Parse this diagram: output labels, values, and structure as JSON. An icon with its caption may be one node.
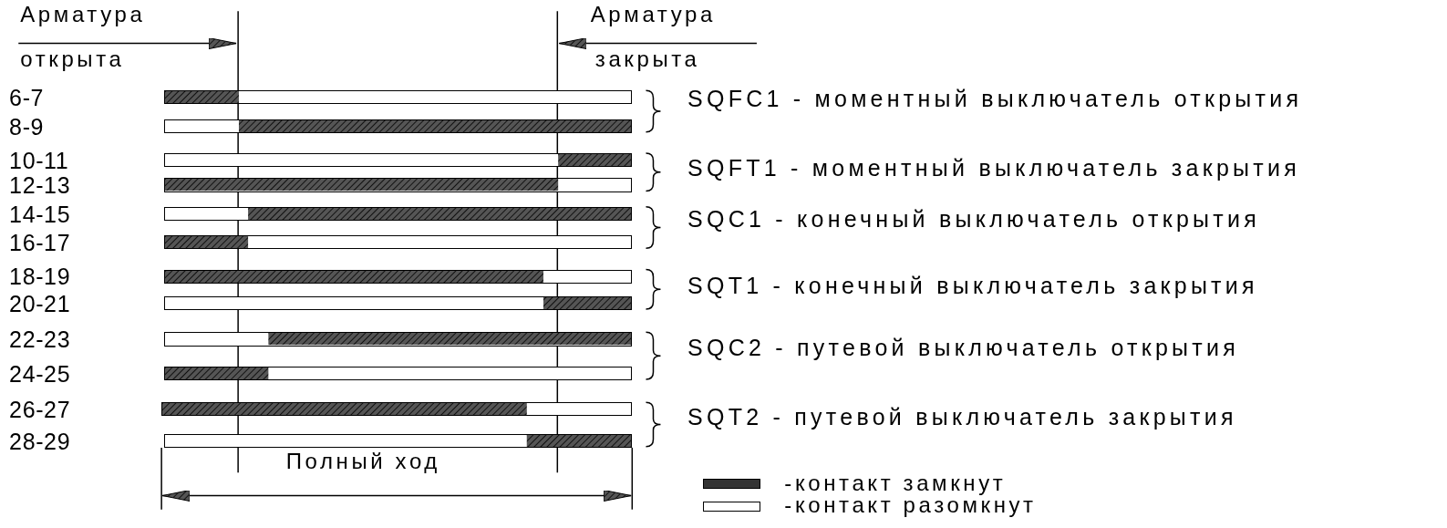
{
  "diagram": {
    "nodes": [
      {
        "text": [],
        "shape": "bar"
      },
      {
        "text": [],
        "shape": "bar"
      },
      {
        "text": [],
        "shape": "bar"
      },
      {
        "text": [],
        "shape": "bar"
      },
      {
        "text": [],
        "shape": "bar"
      },
      {
        "text": [],
        "shape": "bar"
      },
      {
        "text": [],
        "shape": "bar"
      },
      {
        "text": [],
        "shape": "bar"
      },
      {
        "text": [],
        "shape": "bar"
      },
      {
        "text": [],
        "shape": "bar"
      },
      {
        "text": [],
        "shape": "bar"
      },
      {
        "text": [],
        "shape": "bar"
      }
    ],
    "edges": [],
    "labels": [
      "Арматура",
      "открыта",
      "Арматура",
      "закрыта",
      "6-7",
      "8-9",
      "10-11",
      "12-13",
      "14-15",
      "16-17",
      "18-19",
      "20-21",
      "22-23",
      "24-25",
      "26-27",
      "28-29",
      "SQFC1 - моментный выключатель открытия",
      "SQFT1 - моментный выключатель закрытия",
      "SQC1 - конечный выключатель открытия",
      "SQT1 - конечный выключатель закрытия",
      "SQC2 - путевой выключатель открытия",
      "SQT2 - путевой выключатель закрытия",
      "Полный ход"
    ],
    "legend": [
      {
        "text": "-контакт замкнут"
      },
      {
        "text": "-контакт разомкнут"
      }
    ]
  }
}
